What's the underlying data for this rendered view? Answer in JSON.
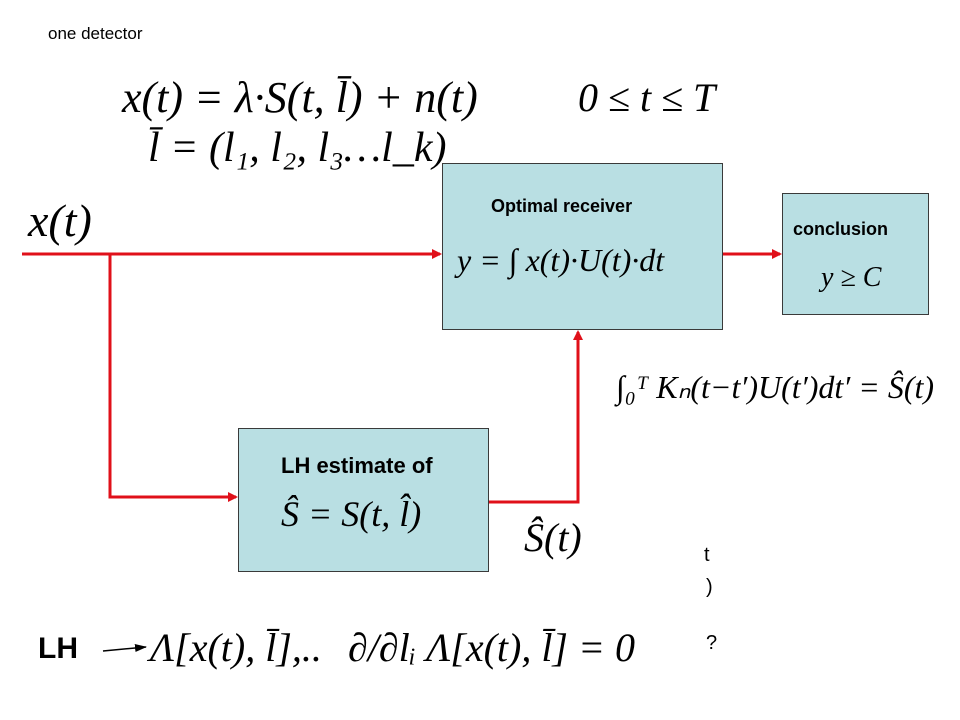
{
  "title_note": "one detector",
  "equations": {
    "signal_model": "x(t) = λ·S(t, l̄) + n(t)",
    "time_range": "0 ≤ t ≤ T",
    "param_vector": "l̄ = (l₁, l₂, l₃…l_k)",
    "input": "x(t)",
    "receiver": "y = ∫ x(t)·U(t)·dt",
    "decision": "y ≥ C",
    "integral_eq": "∫₀ᵀ Kₙ(t−t′)U(t′)dt′ = Ŝ(t)",
    "estimate": "Ŝ = S(t, l̂)",
    "estimate_output": "Ŝ(t)",
    "likelihood": "Λ[x(t), l̄],..",
    "likelihood_deriv": "∂/∂lᵢ Λ[x(t), l̄] = 0"
  },
  "blocks": {
    "optimal_receiver": "Optimal receiver",
    "conclusion": "conclusion",
    "lh_estimate": "LH estimate of"
  },
  "lh_label": "LH",
  "stray": {
    "t": "t",
    "paren": ")",
    "question": "?"
  },
  "colors": {
    "wire": "#e0101a",
    "box_fill": "#b9dfe3",
    "box_border": "#3a3a3a"
  }
}
